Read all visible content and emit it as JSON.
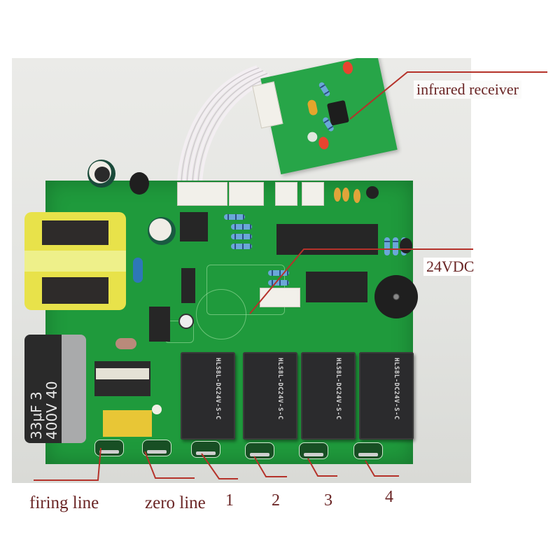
{
  "figure": {
    "description": "Photo of a green PCB control board with 4 relays, transformer, large capacitor and an attached infrared receiver sub-board, with red annotation leader lines",
    "annotations": {
      "infrared_receiver": "infrared receiver",
      "vdc24": "24VDC",
      "firing_line": "firing line",
      "zero_line": "zero line",
      "relay1": "1",
      "relay2": "2",
      "relay3": "3",
      "relay4": "4"
    },
    "components": {
      "capacitor_label_line1": "33µF  3",
      "capacitor_label_line2": "400V  40",
      "relay_marking": "HLS8L-DC24V-S-C"
    },
    "colors": {
      "annotation_text": "#6a2525",
      "leader_line": "#c0392b",
      "pcb_green": "#1f9a3c",
      "background": "#ffffff"
    }
  }
}
